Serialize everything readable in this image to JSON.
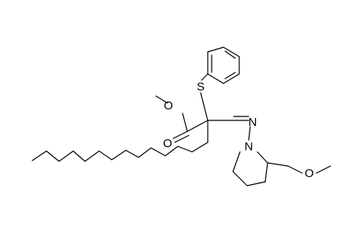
{
  "molecule": {
    "atom_labels": {
      "ester_O": "O",
      "carbonyl_O": "O",
      "S": "S",
      "imine_N": "N",
      "ring_N": "N",
      "ether_O": "O"
    }
  },
  "colors": {
    "bond": "#000000",
    "background": "#ffffff"
  }
}
